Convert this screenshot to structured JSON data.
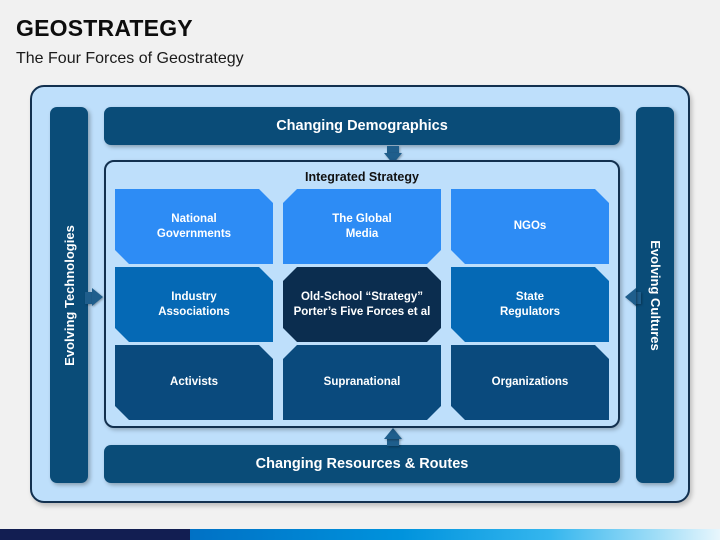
{
  "slide": {
    "title": "GEOSTRATEGY",
    "subtitle": "The Four Forces of Geostrategy"
  },
  "diagram": {
    "inner_panel_title": "Integrated Strategy",
    "forces": {
      "top": "Changing Demographics",
      "bottom": "Changing Resources & Routes",
      "left": "Evolving Technologies",
      "right": "Evolving Cultures"
    },
    "arrows": {
      "top": "arrow-down-icon",
      "bottom": "arrow-up-icon",
      "left": "arrow-right-icon",
      "right": "arrow-left-icon"
    },
    "cells": [
      {
        "label": "National Governments",
        "tone": "bright",
        "clip": "default"
      },
      {
        "label": "The Global Media",
        "tone": "bright",
        "clip": "alt"
      },
      {
        "label": "NGOs",
        "tone": "bright",
        "clip": "default"
      },
      {
        "label": "Industry Associations",
        "tone": "mid",
        "clip": "default"
      },
      {
        "label": "Old-School “Strategy” Porter’s Five Forces et al",
        "tone": "center",
        "clip": "center"
      },
      {
        "label": "State Regulators",
        "tone": "mid",
        "clip": "default"
      },
      {
        "label": "Activists",
        "tone": "dark",
        "clip": "default"
      },
      {
        "label": "Supranational",
        "tone": "dark",
        "clip": "alt"
      },
      {
        "label": "Organizations",
        "tone": "dark",
        "clip": "default"
      }
    ],
    "cell_lines": {
      "c0": [
        "National",
        "Governments"
      ],
      "c1": [
        "The Global",
        "Media"
      ],
      "c2": [
        "NGOs"
      ],
      "c3": [
        "Industry",
        "Associations"
      ],
      "c4": [
        "Old-School “Strategy”",
        "Porter’s Five Forces et al"
      ],
      "c5": [
        "State",
        "Regulators"
      ],
      "c6": [
        "Activists"
      ],
      "c7": [
        "Supranational"
      ],
      "c8": [
        "Organizations"
      ]
    }
  },
  "colors": {
    "panel_background": "#BEDFFB",
    "frame_border": "#12304F",
    "force_bar": "#0A4C78",
    "tone_bright": "#2D8CF5",
    "tone_mid": "#0569B5",
    "tone_dark": "#0A4A7D",
    "center_node": "#0B2D4F",
    "arrow": "#1F5E8C",
    "slide_background": "#F1F1F1",
    "footer_navy": "#121E52"
  }
}
